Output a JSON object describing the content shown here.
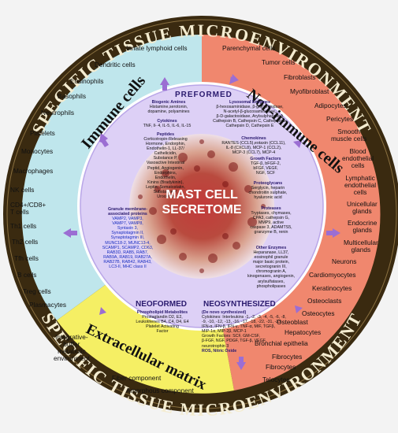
{
  "ring_title_top": "SPECIFIC TISSUE MICROENVIRONMENT",
  "ring_title_bottom": "SPECIFIC TISSUE MICROENVIRONMENT",
  "center_title": "MAST CELL\nSECRETOME",
  "sections": {
    "immune": "Immune cells",
    "non_immune": "Non-immune cells",
    "ecm": "Extracellular matrix"
  },
  "immune_cells": [
    "Innate lymphoid cells",
    "Dendritic cells",
    "Eosinophils",
    "Basophils",
    "Neutrophils",
    "Platelets",
    "Monocytes",
    "Macrophages",
    "NK cells",
    "CD4+/CD8+\nT cells",
    "Th1 cells",
    "Th2 cells",
    "Tfh cells",
    "B cells",
    "Treg cells",
    "Plasmacytes"
  ],
  "non_immune_cells": [
    "Parenchymal cells",
    "Tumor cells",
    "Fibroblasts",
    "Myofibroblast",
    "Adipocytes",
    "Pericytes",
    "Smooth\nmuscle cells",
    "Blood\nendothelial\ncells",
    "Lymphatic\nendothelial\ncells",
    "Unicellular\nglands",
    "Endocrine\nglands",
    "Multicellular\nglands",
    "Neurons",
    "Cardiomyocytes",
    "Keratinocytes",
    "Osteoclasts",
    "Osteocytes",
    "Osteoblast",
    "Hepatocytes",
    "Bronchial epithelia",
    "Fibrocytes",
    "Fibrocytes",
    "Telocytes"
  ],
  "ecm_items": [
    "Integrative-\nbuffer\nmetabolic\nenvironment",
    "Fiber component",
    "Amorphous component"
  ],
  "preformed": {
    "title": "PREFORMED",
    "biogenic_amines": {
      "title": "Biogenic Amines",
      "text": "Histamine,serotonin,\ndopamine, polyamines"
    },
    "cytokines": {
      "title": "Cytokines",
      "text": "TNF, Il- 4, IL-5, IL-6, IL-15"
    },
    "peptides": {
      "title": "Peptides",
      "text": "Corticotropin-Releasing\nHormone, Endorphin,\nEndothelin-1, LL-37/\nCathelicidin,\nSubstance P,\nVasoactive Intestinal\nPeptid, Angiogenin,\nEndorphins,\nEndothelin,\nKinins (Bradykinin),\nLeptin, Somatostatin,\nSubstance P,\nUrocortin"
    },
    "granule": {
      "title": "Granule membrane-\nassociated proteins",
      "text": "VAMP2, VAMP3,\nVAMP7, VAMP8,\nSyntaxin 3,\nSynaptotagmin II,\nSynaptotagmin III,\nMUNC18-2, MUNC13-4,\nSCAMP1, SCAMP2, CD63,\nRAB3D, RAB5, RAB7,\nRAB9A, RAB19, RAB27A,\nRAB27B, RAB42, RAB43,\nLC3-II, MHC class II"
    },
    "lysosomal": {
      "title": "Lysosomal Enzymes",
      "text": "β-hexosaminidase, β-glucuronidase,\nN-acetyl-β-glucosaminidase,\nβ-D-galactosidase, Arylsulphatase A\nCathepsin B, Cathepsin C, Cathepsin L,\nCathepsin D, Cathepsin E"
    },
    "chemokines": {
      "title": "Chemokines",
      "text": "RANTES (CCL5),eotaxin (CCL11),\nIL-8 (CXCL8), MCP-1 (CCL2),\nMCP-3 (CCL7), MCP-4"
    },
    "growth_factors": {
      "title": "Growth Factors",
      "text": "TGF-β, bFGF-2,\nbFGF, VEGF,\nNGF, SCF"
    },
    "proteoglycans": {
      "title": "Proteoglycans",
      "text": "Serglycin, heparin\nchondroitin sulphate,\nhyaluronic acid"
    },
    "proteases": {
      "title": "Proteases",
      "text": "Tryptases, chymases,\nCPA3, cathepsin G,\nMMP9, active\ncaspase 3, ADAMTS5,\ngranzyme B, renin"
    },
    "other": {
      "title": "Other Enzymes",
      "text": "Heparanase, LL37,\neosinophil granule\nmajor basic protein,\nsecretogranin III,\nchromogranin A,\nkinogenases, angiogenin,\narylsulfatases,\nphospholipases"
    }
  },
  "neoformed": {
    "title": "NEOFORMED",
    "lipids_title": "Phospholipid Metabolites",
    "lipids_text": "Prostaglandin D2, E2,\nLeukotrienes B4, C4, D4, E4\nPlatelet Activating\nFactor"
  },
  "neosynthesized": {
    "title": "NEOSYNTHESIZED",
    "subtitle": "(De novo synthesized)",
    "cytokines": "Cytokines: Interleukins -1, -2, -3, -4, -5, -6, -8,\n-9, -10, -12, -13, -16, -17, -18, -22, -31, -33,\nIFN-α, IFN-β, IFN-γ, TNF-α, MIF, TGFβ,\nMIP-1α, MIP-2β, MCP-1",
    "growth": "Growth Factors: SCF, GM-CSF,\nβ-FGF, NGF, PDGF, TGF-β, VEGF,\nneurotrophin 3",
    "ros": "ROS, Nitric Oxide"
  },
  "colors": {
    "immune": "#bfe6ec",
    "non_immune": "#f0876e",
    "ecm": "#f5ef64",
    "dark_ring": "#3a2a10",
    "inner": "#ddd0f6",
    "arrow": "#9b6ed3",
    "title_text": "#1a2fc0"
  }
}
